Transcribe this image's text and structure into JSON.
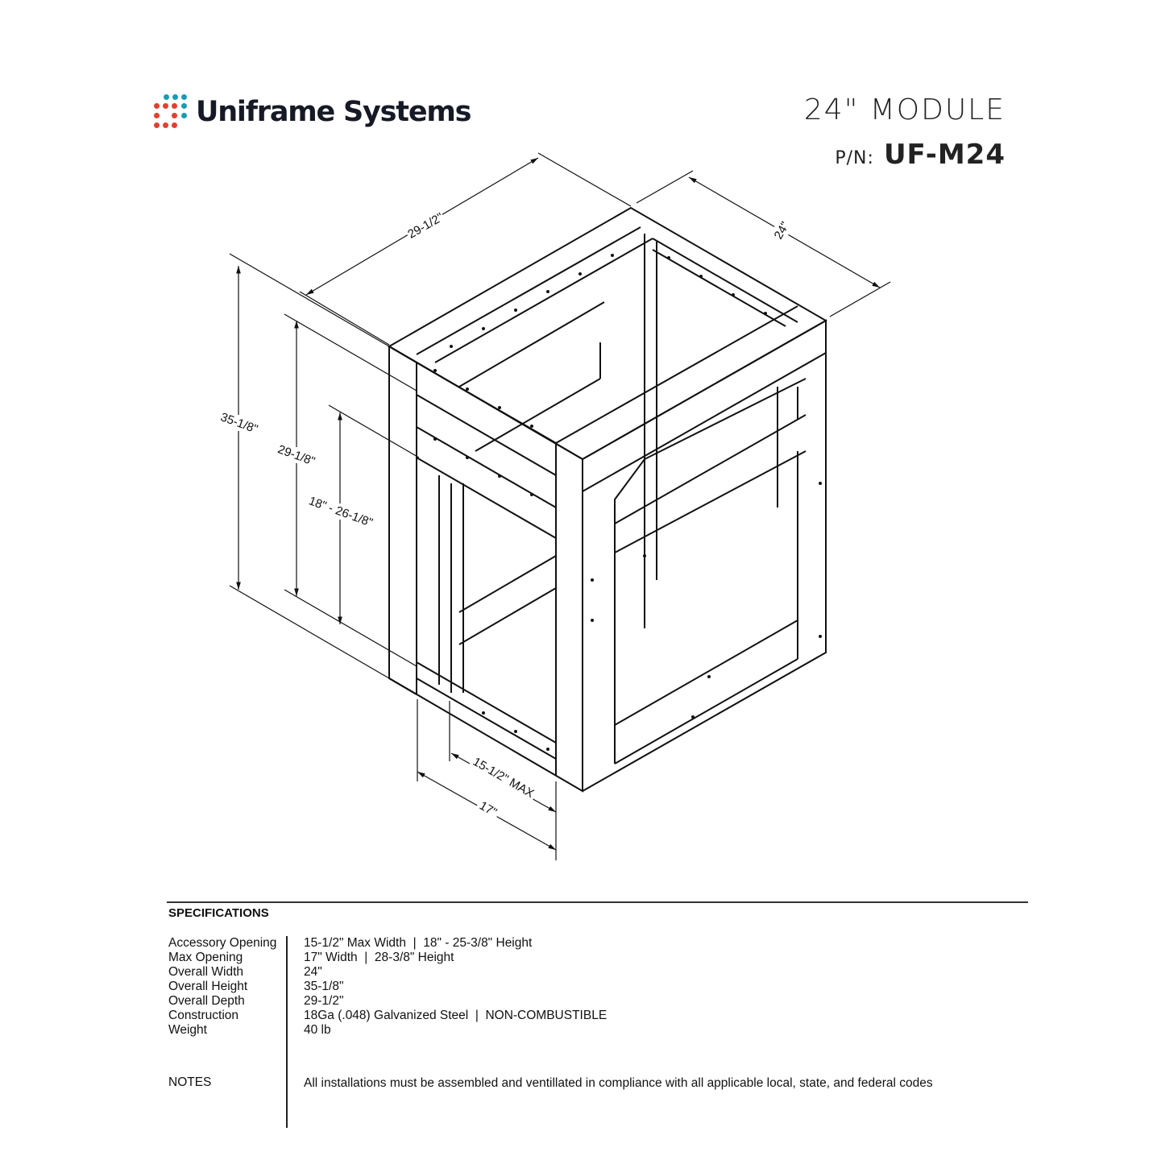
{
  "header": {
    "brand": "Uniframe Systems",
    "brand_colors": {
      "teal": "#1a9bb5",
      "red": "#e2402f",
      "text": "#161a26"
    },
    "module_title": "24\" MODULE",
    "part_number_label": "P/N:",
    "part_number": "UF-M24"
  },
  "drawing": {
    "dimensions": {
      "depth": "29-1/2\"",
      "width": "24\"",
      "overall_height": "35-1/8\"",
      "opening_height": "29-1/8\"",
      "accessory_height_range": "18\" - 26-1/8\"",
      "accessory_width": "15-1/2\" MAX",
      "opening_width": "17\""
    }
  },
  "specifications": {
    "heading": "SPECIFICATIONS",
    "rows": [
      {
        "key": "Accessory Opening",
        "value": "15-1/2\" Max Width  |  18\" - 25-3/8\" Height"
      },
      {
        "key": "Max Opening",
        "value": "17\" Width  |  28-3/8\" Height"
      },
      {
        "key": "Overall Width",
        "value": "24\""
      },
      {
        "key": "Overall Height",
        "value": "35-1/8\""
      },
      {
        "key": "Overall Depth",
        "value": "29-1/2\""
      },
      {
        "key": "Construction",
        "value": "18Ga (.048) Galvanized Steel  |  NON-COMBUSTIBLE"
      },
      {
        "key": "Weight",
        "value": "40 lb"
      }
    ],
    "notes_label": "NOTES",
    "notes_text": "All installations must be assembled and ventillated in compliance with all applicable local, state, and federal codes"
  }
}
